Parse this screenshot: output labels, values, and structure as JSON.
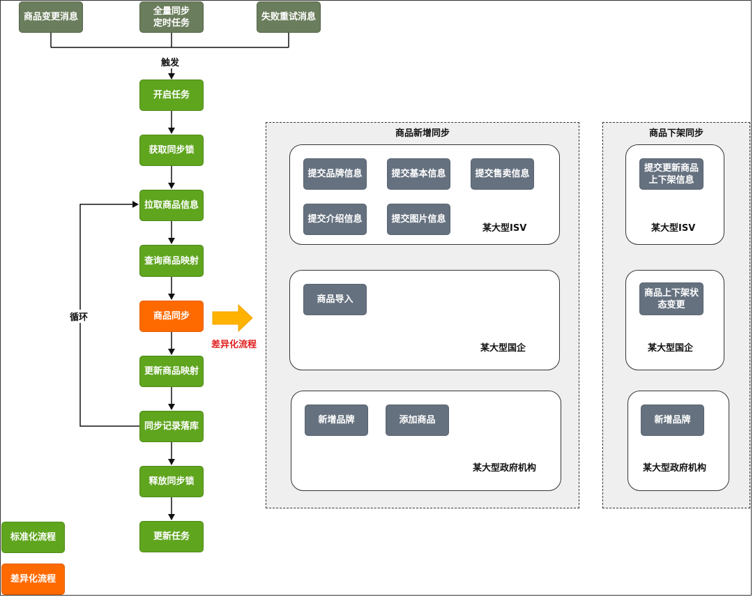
{
  "sources": [
    "商品变更消息",
    "全量同步\n定时任务",
    "失败重试消息"
  ],
  "trigger_label": "触发",
  "steps": [
    "开启任务",
    "获取同步锁",
    "拉取商品信息",
    "查询商品映射",
    "商品同步",
    "更新商品映射",
    "同步记录落库",
    "释放同步锁",
    "更新任务"
  ],
  "loop_label": "循环",
  "diff_arrow_label": "差异化流程",
  "legend": {
    "standard": "标准化流程",
    "differentiated": "差异化流程"
  },
  "colors": {
    "standard": "#5fa51e",
    "differentiated": "#ff6a00",
    "source": "#6a7d5c",
    "task": "#65717f",
    "arrow": "#ffb300"
  },
  "groups": [
    {
      "title": "商品新增同步",
      "cards": [
        {
          "org": "某大型ISV",
          "tasks": [
            "提交品牌信息",
            "提交基本信息",
            "提交售卖信息",
            "提交介绍信息",
            "提交图片信息"
          ]
        },
        {
          "org": "某大型国企",
          "tasks": [
            "商品导入"
          ]
        },
        {
          "org": "某大型政府机构",
          "tasks": [
            "新增品牌",
            "添加商品"
          ]
        }
      ]
    },
    {
      "title": "商品下架同步",
      "cards": [
        {
          "org": "某大型ISV",
          "tasks": [
            "提交更新商品\n上下架信息"
          ]
        },
        {
          "org": "某大型国企",
          "tasks": [
            "商品上下架状\n态变更"
          ]
        },
        {
          "org": "某大型政府机构",
          "tasks": [
            "新增品牌"
          ]
        }
      ]
    }
  ]
}
